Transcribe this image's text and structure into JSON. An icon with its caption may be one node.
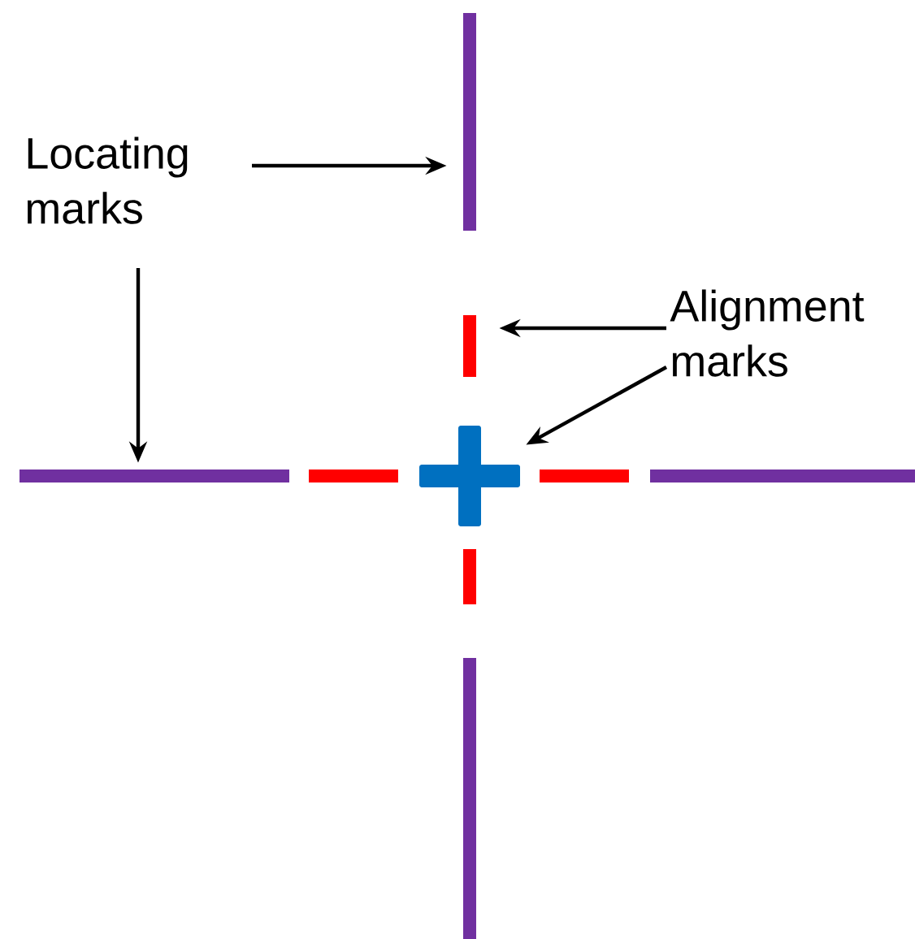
{
  "diagram": {
    "nodes": [
      {
        "text": [
          "Locating marks"
        ]
      },
      {
        "text": [
          "Alignment marks"
        ]
      },
      {
        "text": [],
        "shape": "bar"
      },
      {
        "text": [],
        "shape": "bar"
      },
      {
        "text": [],
        "shape": "bar"
      },
      {
        "text": [],
        "shape": "cross"
      }
    ],
    "edges": [
      {
        "from": 0,
        "to": 2,
        "arrow": "to"
      },
      {
        "from": 0,
        "to": 3,
        "arrow": "to"
      },
      {
        "from": 1,
        "to": 4,
        "arrow": "to"
      },
      {
        "from": 1,
        "to": 5,
        "arrow": "to"
      }
    ]
  }
}
